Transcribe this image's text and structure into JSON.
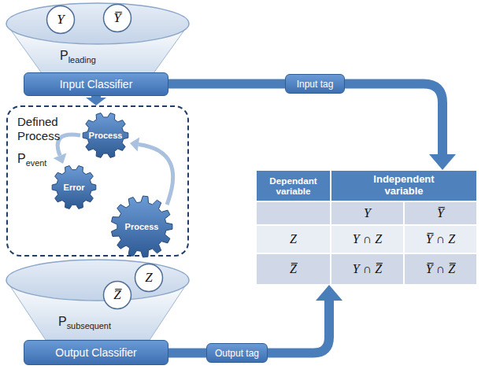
{
  "diagram": {
    "nodes": [
      {
        "text": [
          "Pleading"
        ]
      },
      {
        "text": [
          "Y"
        ],
        "in": 0
      },
      {
        "text": [
          "Y̅"
        ],
        "in": 0
      },
      {
        "text": [
          "Input Classifier"
        ]
      },
      {
        "text": [
          "Defined Process",
          "Pevent"
        ]
      },
      {
        "text": [
          "Process"
        ],
        "in": 4
      },
      {
        "text": [
          "Error"
        ],
        "in": 4
      },
      {
        "text": [
          "Process"
        ],
        "in": 4
      },
      {
        "text": [
          "Input tag"
        ]
      },
      {
        "text": [
          "Dependant variable",
          "Independent variable",
          "Y",
          "Y̅",
          "Z",
          "Y ∩ Z",
          "Y̅ ∩ Z",
          "Z̅",
          "Y ∩ Z̅",
          "Y̅ ∩ Z̅"
        ]
      },
      {
        "text": [
          "Psubsequent"
        ]
      },
      {
        "text": [
          "Z̅"
        ],
        "in": 10
      },
      {
        "text": [
          "Z"
        ],
        "in": 10
      },
      {
        "text": [
          "Output Classifier"
        ]
      },
      {
        "text": [
          "Output tag"
        ]
      }
    ],
    "edges": [
      {
        "from": 3,
        "to": 4,
        "arrow": "to"
      },
      {
        "from": 3,
        "to": 8,
        "arrow": "none"
      },
      {
        "from": 8,
        "to": 9,
        "arrow": "to"
      },
      {
        "from": 13,
        "to": 14,
        "arrow": "none"
      },
      {
        "from": 14,
        "to": 9,
        "arrow": "to"
      },
      {
        "from": 5,
        "to": 6,
        "arrow": "to"
      },
      {
        "from": 7,
        "to": 5,
        "arrow": "to"
      }
    ]
  }
}
